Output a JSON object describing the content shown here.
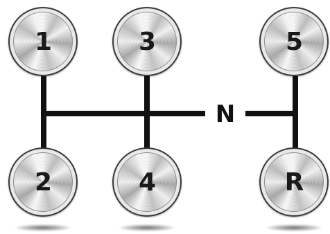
{
  "shift_pattern": {
    "neutral_label": "N",
    "gears": [
      {
        "label": "1"
      },
      {
        "label": "3"
      },
      {
        "label": "5"
      },
      {
        "label": "2"
      },
      {
        "label": "4"
      },
      {
        "label": "R"
      }
    ]
  },
  "colors": {
    "lines": "#111111",
    "label_text": "#1a1a1a",
    "background": "#ffffff"
  }
}
